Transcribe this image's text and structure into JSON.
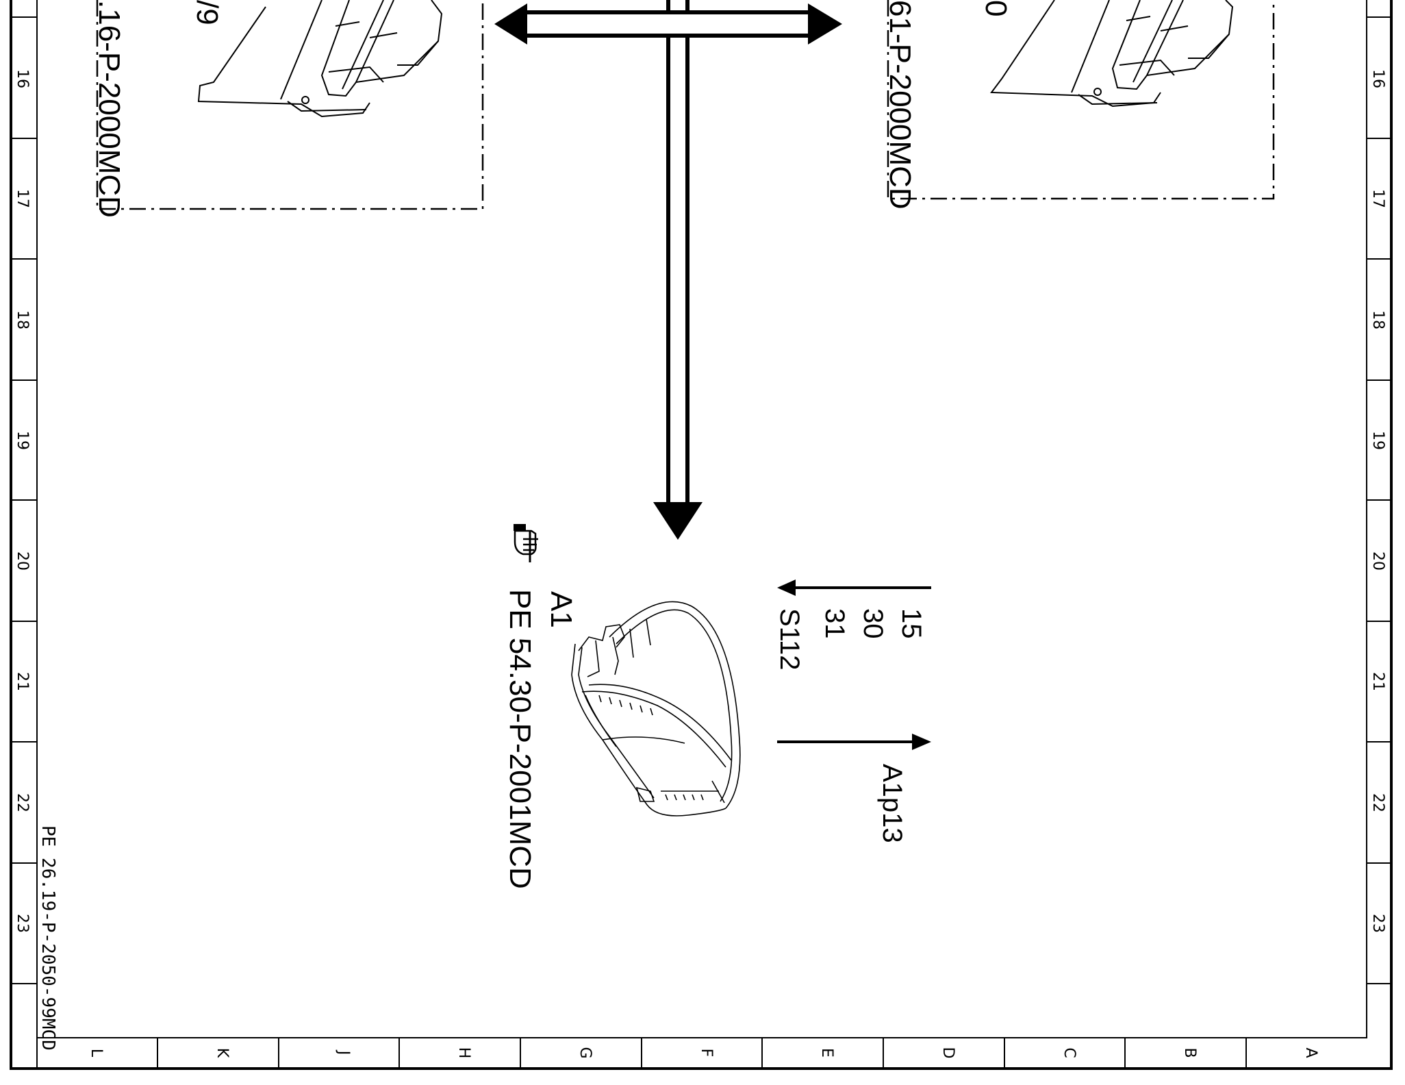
{
  "sheet": {
    "row_labels": [
      "16",
      "17",
      "18",
      "19",
      "20",
      "21",
      "22",
      "23"
    ],
    "column_labels": [
      "L",
      "K",
      "J",
      "H",
      "G",
      "F",
      "E",
      "D",
      "C",
      "B",
      "A"
    ],
    "drawing_reference": "PE 26.19-P-2050-99MCD"
  },
  "left_box": {
    "code": ".16-P-2000MCD",
    "partial_text": "/9"
  },
  "right_box": {
    "code": "61-P-2000MCD",
    "partial_text": "0"
  },
  "instrument": {
    "label": "A1",
    "reference": "PE 54.30-P-2001MCD",
    "pointer_icon": "pointing-hand-icon"
  },
  "signals_in": [
    "15",
    "30",
    "31",
    "S112"
  ],
  "signal_out": "A1p13"
}
